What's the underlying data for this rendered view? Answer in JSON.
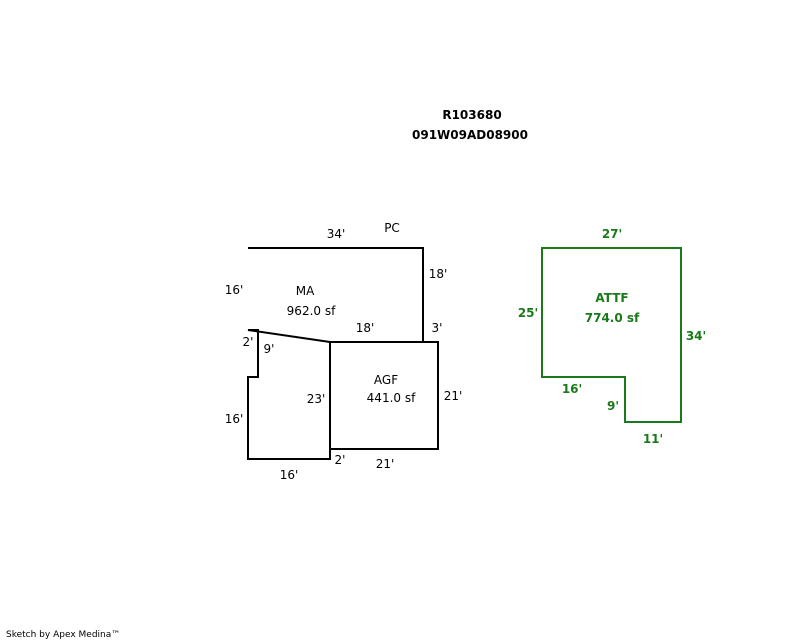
{
  "header": {
    "parcel_id": "R103680",
    "map_number": "091W09AD08900"
  },
  "main_structure": {
    "label_pc": "PC",
    "dim_top": "34'",
    "dim_right_upper": "18'",
    "dim_left_upper": "16'",
    "dim_notch_w": "2'",
    "dim_notch_h": "9'",
    "dim_left_lower": "16'",
    "dim_bottom": "16'",
    "dim_bottom_step": "2'",
    "ma_label": "MA",
    "ma_area": "962.0 sf"
  },
  "garage": {
    "dim_top": "18'",
    "dim_top_right": "3'",
    "dim_right": "21'",
    "dim_bottom": "21'",
    "dim_left": "23'",
    "label": "AGF",
    "area": "441.0 sf"
  },
  "attached": {
    "color": "#1a7a1a",
    "dim_top": "27'",
    "dim_left": "25'",
    "dim_right": "34'",
    "dim_step_h": "16'",
    "dim_step_v": "9'",
    "dim_bottom": "11'",
    "label": "ATTF",
    "area": "774.0 sf"
  },
  "footer": {
    "credit": "Sketch by Apex Medina™"
  }
}
